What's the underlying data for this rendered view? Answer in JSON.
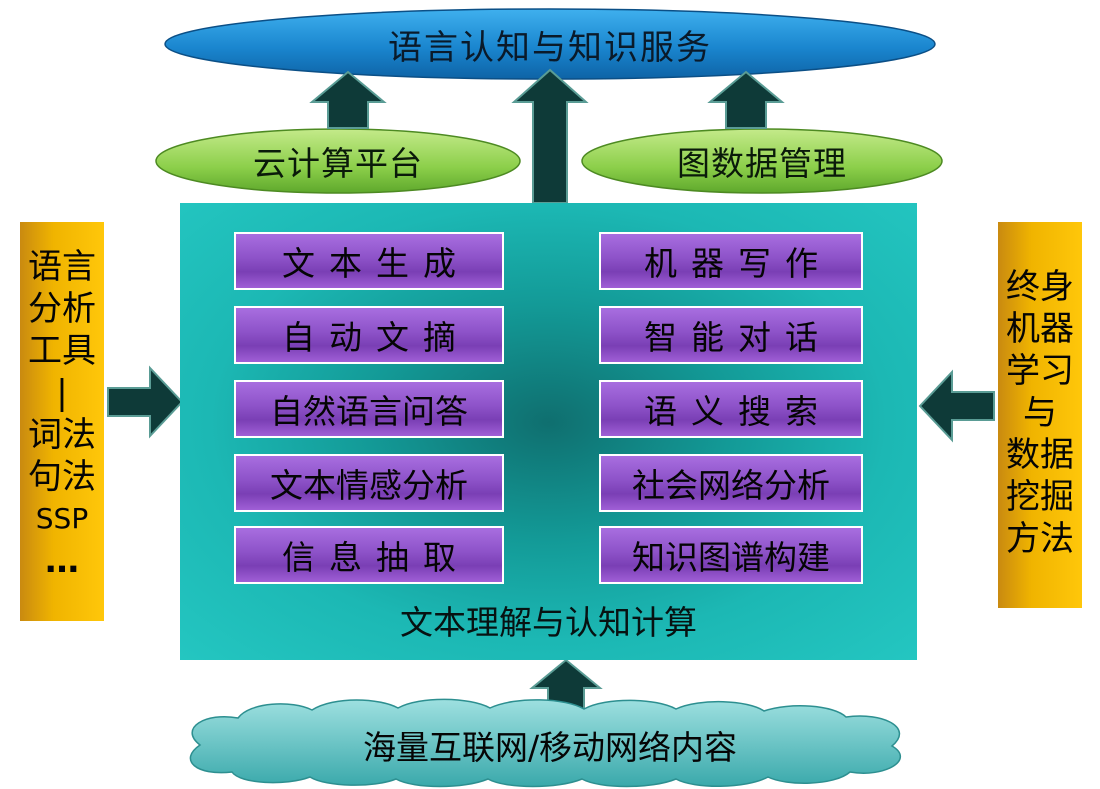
{
  "top": {
    "label": "语言认知与知识服务"
  },
  "platforms": {
    "cloud": "云计算平台",
    "graph": "图数据管理"
  },
  "core": {
    "title": "文本理解与认知计算",
    "left_items": [
      "文本生成",
      "自动文摘",
      "自然语言问答",
      "文本情感分析",
      "信息抽取"
    ],
    "right_items": [
      "机器写作",
      "智能对话",
      "语义搜索",
      "社会网络分析",
      "知识图谱构建"
    ]
  },
  "left_panel": {
    "lines": [
      "语言",
      "分析",
      "工具",
      "|",
      "词法",
      "句法",
      "SSP",
      "…"
    ]
  },
  "right_panel": {
    "lines": [
      "终身",
      "机器",
      "学习",
      "与",
      "数据",
      "挖掘",
      "方法"
    ]
  },
  "bottom": {
    "label": "海量互联网/移动网络内容"
  },
  "colors": {
    "top_ellipse": "#1e8fd8",
    "green_ellipse": "#8ccf4a",
    "core_panel": "#1cb8b4",
    "purple_box": "#8d52c8",
    "side_bar": "#f0b400",
    "arrow": "#0e3a38",
    "cloud": "#5fc6c6"
  }
}
